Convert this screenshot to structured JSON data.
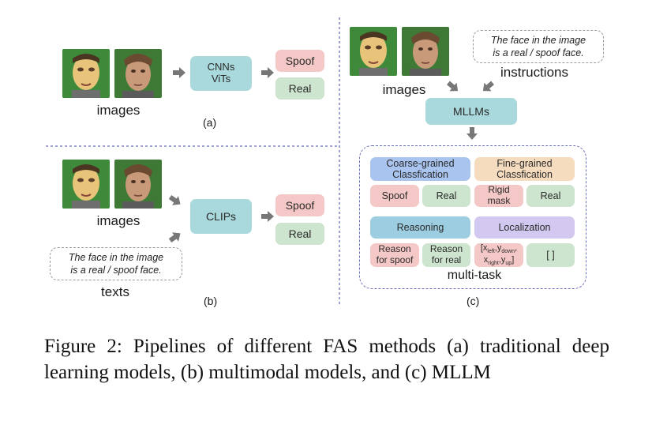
{
  "panel_a": {
    "images_label": "images",
    "model_label_1": "CNNs",
    "model_label_2": "ViTs",
    "spoof_label": "Spoof",
    "real_label": "Real",
    "tag": "(a)"
  },
  "panel_b": {
    "images_label": "images",
    "text_line_1": "The face in the image",
    "text_line_2": "is a real / spoof face.",
    "texts_label": "texts",
    "model_label": "CLIPs",
    "spoof_label": "Spoof",
    "real_label": "Real",
    "tag": "(b)"
  },
  "panel_c": {
    "instruction_line_1": "The face in the image",
    "instruction_line_2": "is a real / spoof face.",
    "instructions_label": "instructions",
    "images_label": "images",
    "model_label": "MLLMs",
    "coarse_line_1": "Coarse-grained",
    "coarse_line_2": "Classfication",
    "fine_line_1": "Fine-grained",
    "fine_line_2": "Classfication",
    "spoof_label": "Spoof",
    "real_label": "Real",
    "rigid_line_1": "Rigid",
    "rigid_line_2": "mask",
    "real_label_2": "Real",
    "reasoning_label": "Reasoning",
    "localization_label": "Localization",
    "reason_spoof_line_1": "Reason",
    "reason_spoof_line_2": "for spoof",
    "reason_real_line_1": "Reason",
    "reason_real_line_2": "for real",
    "coord_x_left": "[x",
    "coord_left_sub": "left",
    "coord_y": ",y",
    "coord_down_sub": "down",
    "coord_comma": ",",
    "coord_x_right": "x",
    "coord_right_sub": "right",
    "coord_y_up": ",y",
    "coord_up_sub": "up",
    "coord_close": "]",
    "empty_box": "[ ]",
    "multitask_label": "multi-task",
    "tag": "(c)"
  },
  "caption": {
    "text": "Figure 2: Pipelines of different FAS methods (a) traditional deep learning models, (b) multimodal models, and (c) MLLM"
  },
  "colors": {
    "model": "#a9d9dc",
    "spoof": "#f4c8c6",
    "real": "#cde4cf",
    "coarse": "#a9c4ef",
    "fine": "#f6dcbf",
    "reasoning": "#9dcde0",
    "localization": "#d3c8ef",
    "divider": "#6b6fb8"
  }
}
